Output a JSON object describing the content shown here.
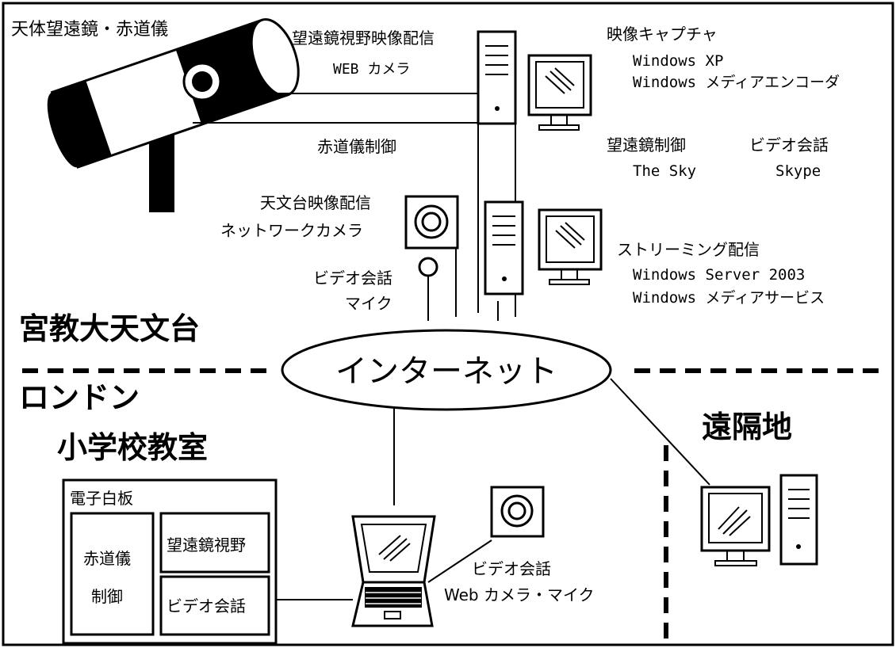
{
  "colors": {
    "ink": "#000000",
    "paper": "#ffffff"
  },
  "labels": {
    "telescope": "天体望遠鏡・赤道儀",
    "telescope_view_stream": "望遠鏡視野映像配信",
    "web_camera": "WEB カメラ",
    "mount_control": "赤道儀制御",
    "video_capture": "映像キャプチャ",
    "windows_xp": "Windows XP",
    "windows_media_encoder": "Windows メディアエンコーダ",
    "telescope_control": "望遠鏡制御",
    "the_sky": "The Sky",
    "video_chat": "ビデオ会話",
    "skype": "Skype",
    "observatory_stream": "天文台映像配信",
    "network_camera": "ネットワークカメラ",
    "video_chat_mic_1": "ビデオ会話",
    "video_chat_mic_2": "マイク",
    "streaming": "ストリーミング配信",
    "windows_server": "Windows Server 2003",
    "windows_media_services": "Windows メディアサービス",
    "observatory_site": "宮教大天文台",
    "internet": "インターネット",
    "london_1": "ロンドン",
    "london_2": "小学校教室",
    "remote_site": "遠隔地",
    "whiteboard": "電子白板",
    "wb_mount_1": "赤道儀",
    "wb_mount_2": "制御",
    "wb_telescope_view": "望遠鏡視野",
    "wb_video_chat": "ビデオ会話",
    "laptop_chat_1": "ビデオ会話",
    "laptop_chat_2": "Web カメラ・マイク"
  },
  "icons": [
    "telescope-icon",
    "pc-tower-icon",
    "monitor-icon",
    "network-camera-icon",
    "microphone-icon",
    "laptop-icon",
    "web-camera-icon"
  ]
}
